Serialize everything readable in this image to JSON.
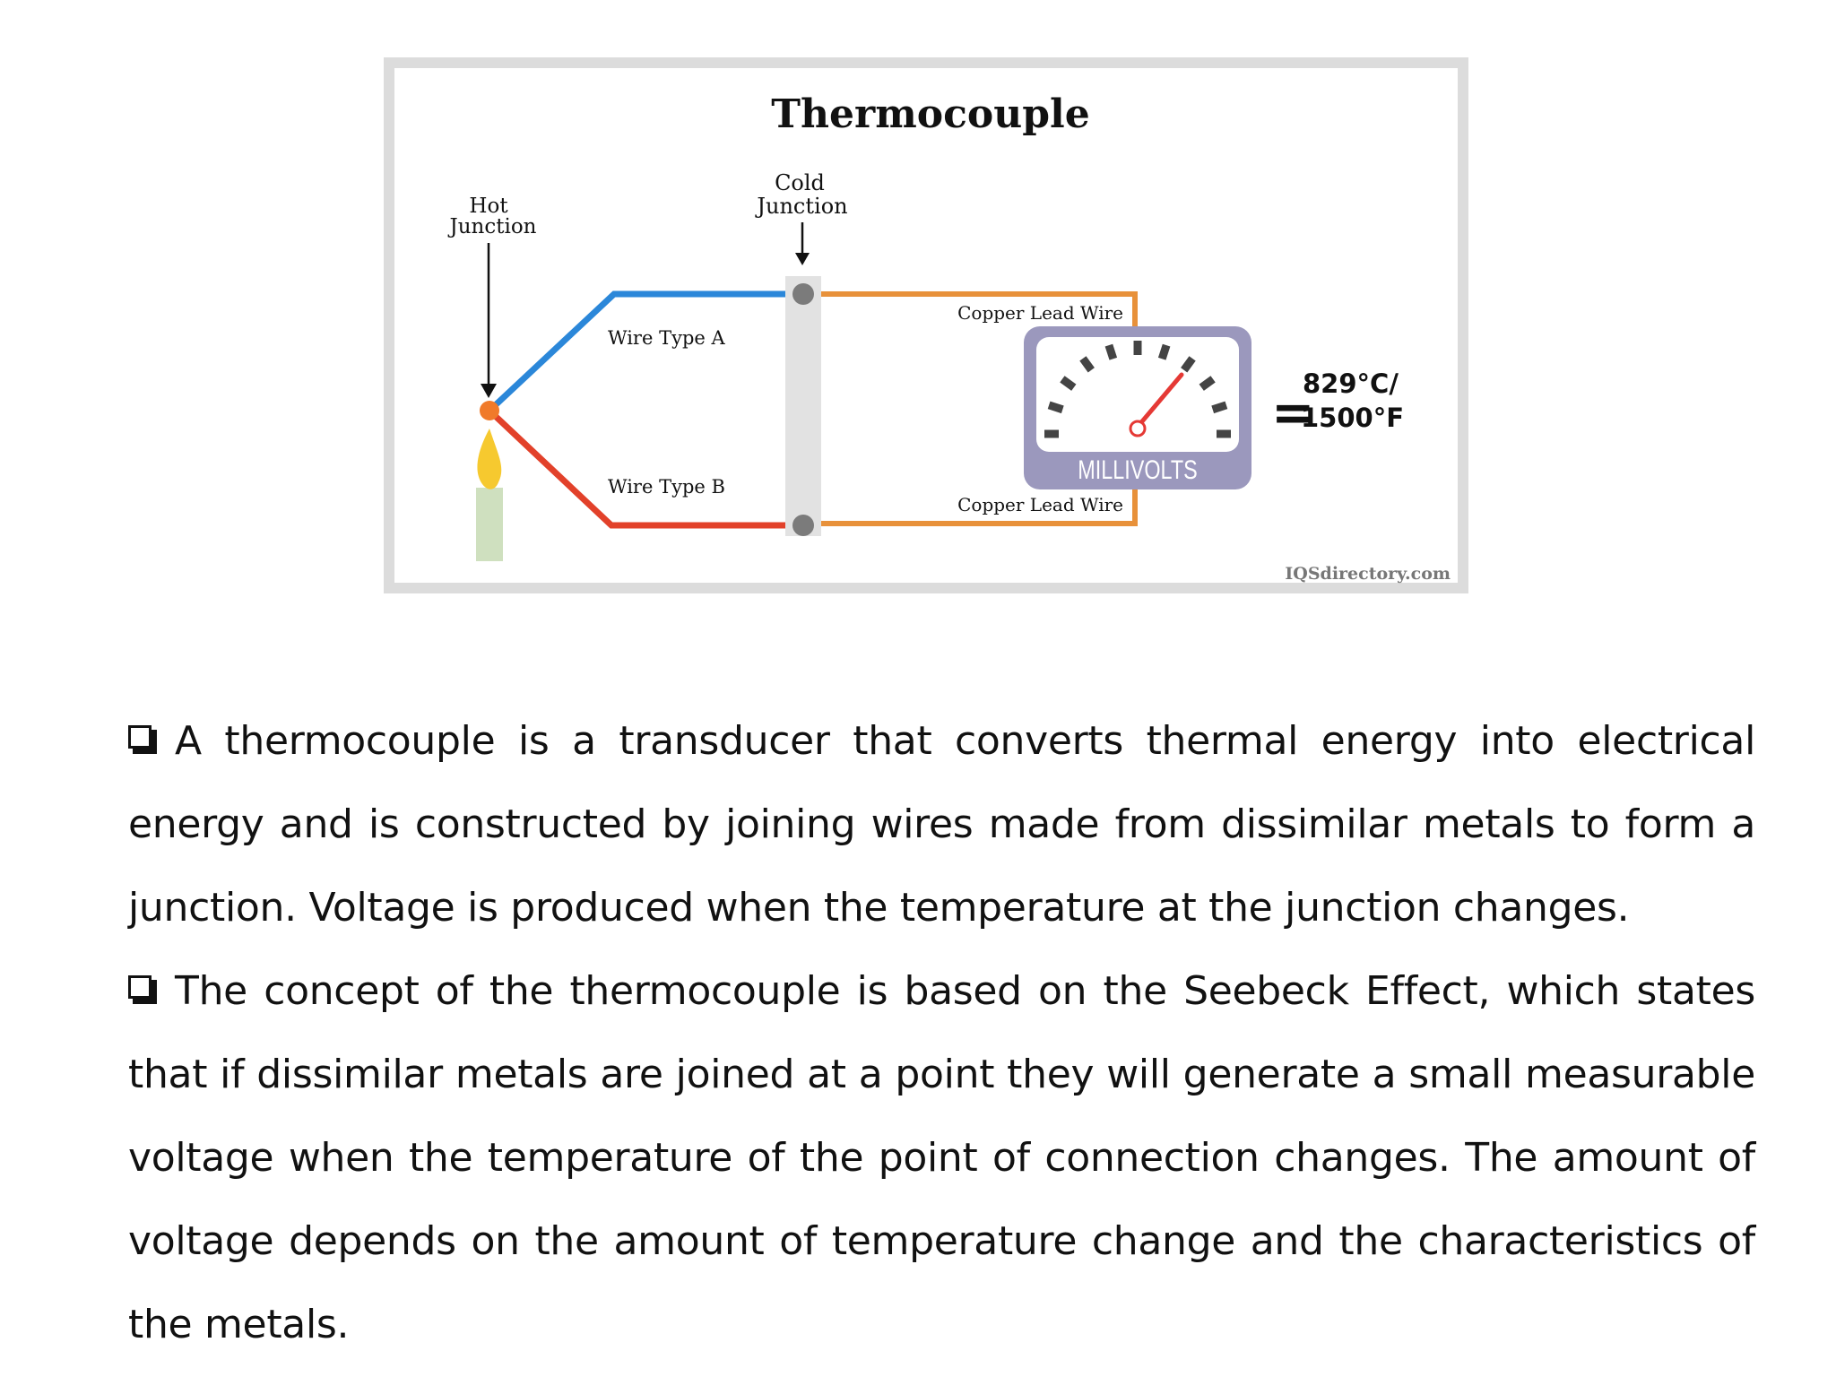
{
  "diagram": {
    "title": "Thermocouple",
    "hot_junction_line1": "Hot",
    "hot_junction_line2": "Junction",
    "cold_junction_line1": "Cold",
    "cold_junction_line2": "Junction",
    "wire_a": "Wire Type A",
    "wire_b": "Wire Type B",
    "copper_top": "Copper Lead Wire",
    "copper_bottom": "Copper Lead Wire",
    "meter_label": "MILLIVOLTS",
    "equals": "=",
    "reading_line1": "829°C/",
    "reading_line2": "1500°F",
    "watermark": "IQSdirectory.com",
    "colors": {
      "wire_a": "#2b87d9",
      "wire_b": "#e2412a",
      "copper": "#e8913a",
      "meter_body": "#9b98bd",
      "needle": "#e53935",
      "flame": "#f6c92f",
      "candle": "#cfe0bf",
      "hot_dot": "#f07a2a",
      "frame": "#dcdcdc"
    }
  },
  "bullets": [
    {
      "text": "A thermocouple is a transducer that converts thermal energy into electrical energy and is constructed by joining wires made from dissimilar metals to form a junction. Voltage is produced when the temperature at the junction changes."
    },
    {
      "text": "The concept of the thermocouple is based on the Seebeck Effect, which states that if dissimilar metals are joined at a point they will generate a small measurable voltage when the temperature of the point of connection changes. The amount of voltage depends on the amount of temperature change and the characteristics of the metals."
    }
  ]
}
